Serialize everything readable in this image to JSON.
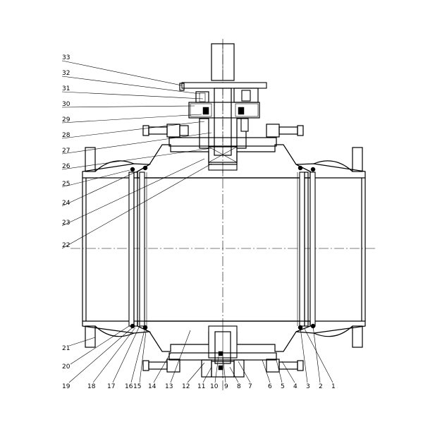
{
  "drawing": {
    "callouts_left": [
      "33",
      "32",
      "31",
      "30",
      "29",
      "28",
      "27",
      "26",
      "25",
      "24",
      "23",
      "22"
    ],
    "callouts_bottom": [
      "21",
      "20",
      "19",
      "18",
      "17",
      "16",
      "15",
      "14",
      "13",
      "12",
      "11",
      "10",
      "9",
      "8",
      "7",
      "6",
      "5",
      "4",
      "3",
      "2",
      "1"
    ],
    "colors": {
      "ink": "#000000",
      "paper": "#ffffff"
    }
  }
}
